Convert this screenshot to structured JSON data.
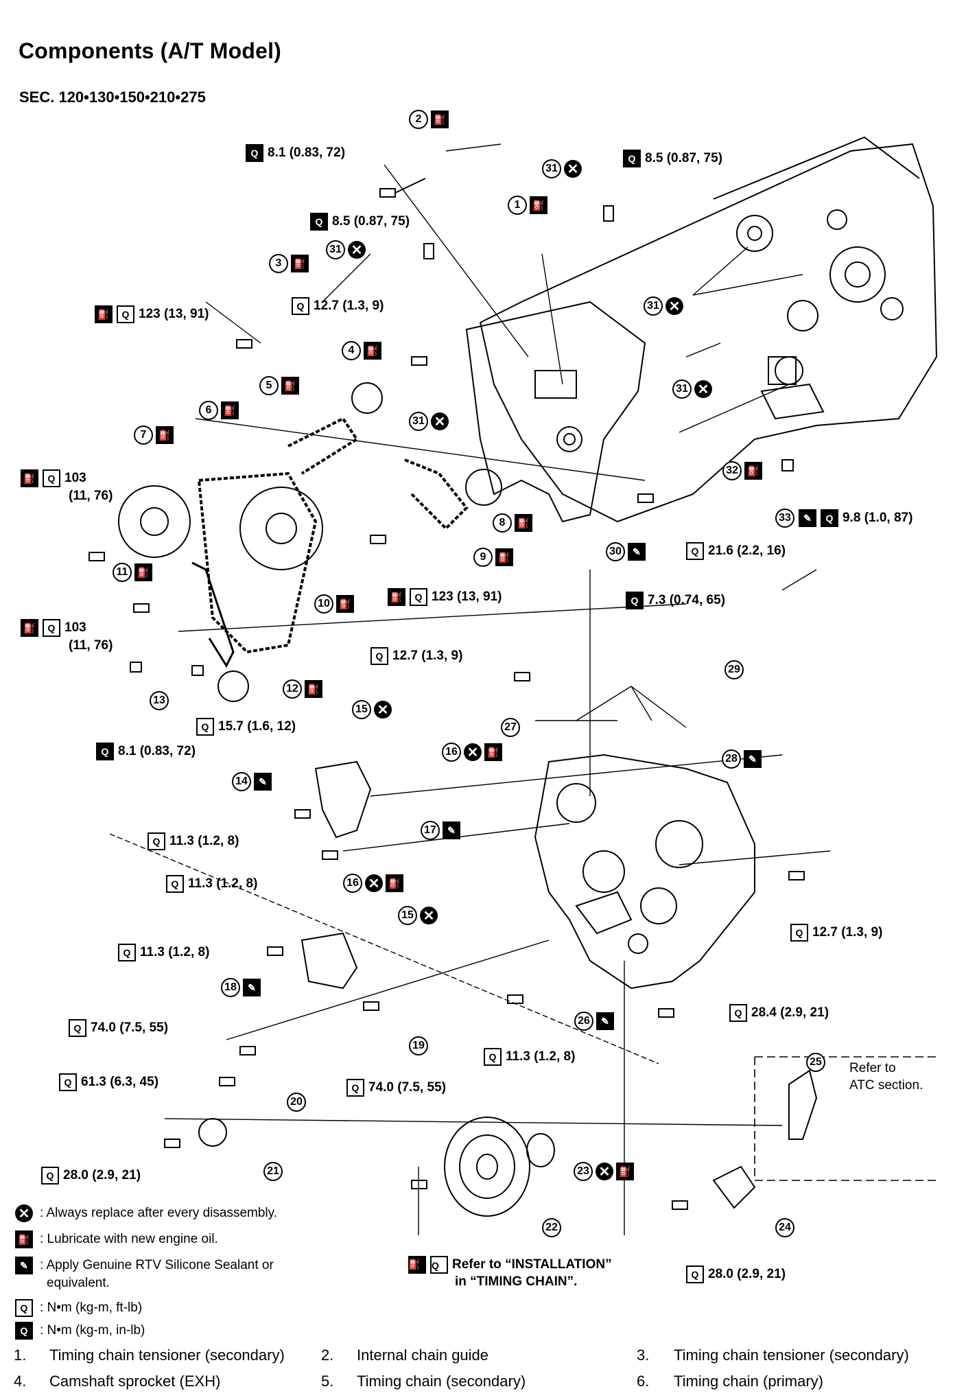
{
  "title": "Components (A/T Model)",
  "sec": "SEC. 120•130•150•210•275",
  "symbols": {
    "x": "✕",
    "lube": "⛽",
    "rtv": "✎",
    "nm": "Q",
    "nm_in": "Q"
  },
  "torques": {
    "t1": "8.1 (0.83, 72)",
    "t2": "8.5 (0.87, 75)",
    "t3": "8.5 (0.87, 75)",
    "t4": "123 (13, 91)",
    "t5": "12.7 (1.3, 9)",
    "t6a": "103",
    "t6b": "(11, 76)",
    "t7a": "103",
    "t7b": "(11, 76)",
    "t8": "123 (13, 91)",
    "t9": "21.6 (2.2, 16)",
    "t10": "9.8 (1.0, 87)",
    "t11": "7.3 (0.74, 65)",
    "t12": "12.7 (1.3, 9)",
    "t13": "15.7 (1.6, 12)",
    "t14": "8.1 (0.83, 72)",
    "t15": "11.3 (1.2, 8)",
    "t16": "11.3 (1.2, 8)",
    "t17": "11.3 (1.2, 8)",
    "t18": "12.7 (1.3, 9)",
    "t19": "74.0 (7.5, 55)",
    "t20": "28.4 (2.9, 21)",
    "t21": "11.3 (1.2, 8)",
    "t22": "61.3 (6.3, 45)",
    "t23": "74.0 (7.5, 55)",
    "t24": "28.0 (2.9, 21)",
    "t25": "28.0 (2.9, 21)"
  },
  "callouts": [
    "1",
    "2",
    "3",
    "4",
    "5",
    "6",
    "7",
    "8",
    "9",
    "10",
    "11",
    "12",
    "13",
    "14",
    "15",
    "16",
    "17",
    "18",
    "19",
    "20",
    "21",
    "22",
    "23",
    "24",
    "25",
    "26",
    "27",
    "28",
    "29",
    "30",
    "31",
    "32",
    "33"
  ],
  "notes": {
    "atc_1": "Refer to",
    "atc_2": "ATC section.",
    "inst_1": "Refer to “INSTALLATION”",
    "inst_2": "in “TIMING CHAIN”."
  },
  "legend": [
    {
      "text": ": Always replace after every disassembly."
    },
    {
      "text": ": Lubricate with new engine oil."
    },
    {
      "text": ": Apply Genuine RTV Silicone Sealant or",
      "text2": "equivalent."
    },
    {
      "text": ": N•m (kg-m, ft-lb)"
    },
    {
      "text": ": N•m (kg-m, in-lb)"
    }
  ],
  "parts": [
    [
      "1.",
      "Timing chain tensioner (secondary)",
      "2.",
      "Internal chain guide",
      "3.",
      "Timing chain tensioner (secondary)"
    ],
    [
      "4.",
      "Camshaft sprocket (EXH)",
      "5.",
      "Timing chain (secondary)",
      "6.",
      "Timing chain (primary)"
    ]
  ]
}
